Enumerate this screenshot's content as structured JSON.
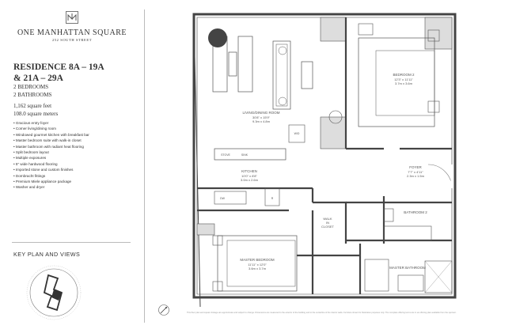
{
  "brand": {
    "name": "ONE MANHATTAN SQUARE",
    "address": "252 SOUTH STREET"
  },
  "residence": {
    "title_line1": "RESIDENCE 8A – 19A",
    "title_line2": "& 21A – 29A",
    "bedrooms": "2 BEDROOMS",
    "bathrooms": "2 BATHROOMS",
    "square_feet": "1,162 square feet",
    "square_meters": "108.0 square meters"
  },
  "features": [
    "Gracious entry foyer",
    "Corner living/dining room",
    "Windowed gourmet kitchen with breakfast bar",
    "Master bedroom suite with walk-in closet",
    "Master bathroom with radiant heat flooring",
    "Split bedroom layout",
    "Multiple exposures",
    "5\" wide hardwood flooring",
    "Imported stone and custom finishes",
    "Dornbracht fittings",
    "Premium Miele appliance package",
    "Washer and dryer"
  ],
  "key_plan": {
    "title": "KEY PLAN AND VIEWS"
  },
  "rooms": {
    "living": {
      "name": "LIVING/DINING ROOM",
      "imperial": "30'8\" x 15'9\"",
      "metric": "9.3m x 4.8m"
    },
    "bedroom2": {
      "name": "BEDROOM 2",
      "imperial": "12'3\" x 11'11\"",
      "metric": "3.7m x 3.6m"
    },
    "kitchen": {
      "name": "KITCHEN",
      "imperial": "10'0\" x 8'8\"",
      "metric": "3.0m x 2.6m"
    },
    "foyer": {
      "name": "FOYER",
      "imperial": "7'7\" x 4'11\"",
      "metric": "2.3m x 1.5m"
    },
    "master_bedroom": {
      "name": "MASTER BEDROOM",
      "imperial": "11'11\" x 12'0\"",
      "metric": "3.6m x 3.7m"
    },
    "bathroom2": {
      "name": "BATHROOM 2"
    },
    "master_bathroom": {
      "name": "MASTER BATHROOM"
    },
    "walk_in_closet_1": "WALK",
    "walk_in_closet_2": "IN",
    "walk_in_closet_3": "CLOSET",
    "wd": "W/D",
    "dw": "DW",
    "r": "R",
    "stove": "STOVE",
    "sink": "SINK"
  },
  "disclaimer": "This floor plan and square footage are approximate and subject to change. Dimensions are measured to the exterior of the building and to the centerline of the interior walls. Furniture shown for illustrative purposes only. The complete offering terms are in an offering plan available from the sponsor.",
  "colors": {
    "line": "#555555",
    "wall": "#444444",
    "text": "#333333"
  }
}
